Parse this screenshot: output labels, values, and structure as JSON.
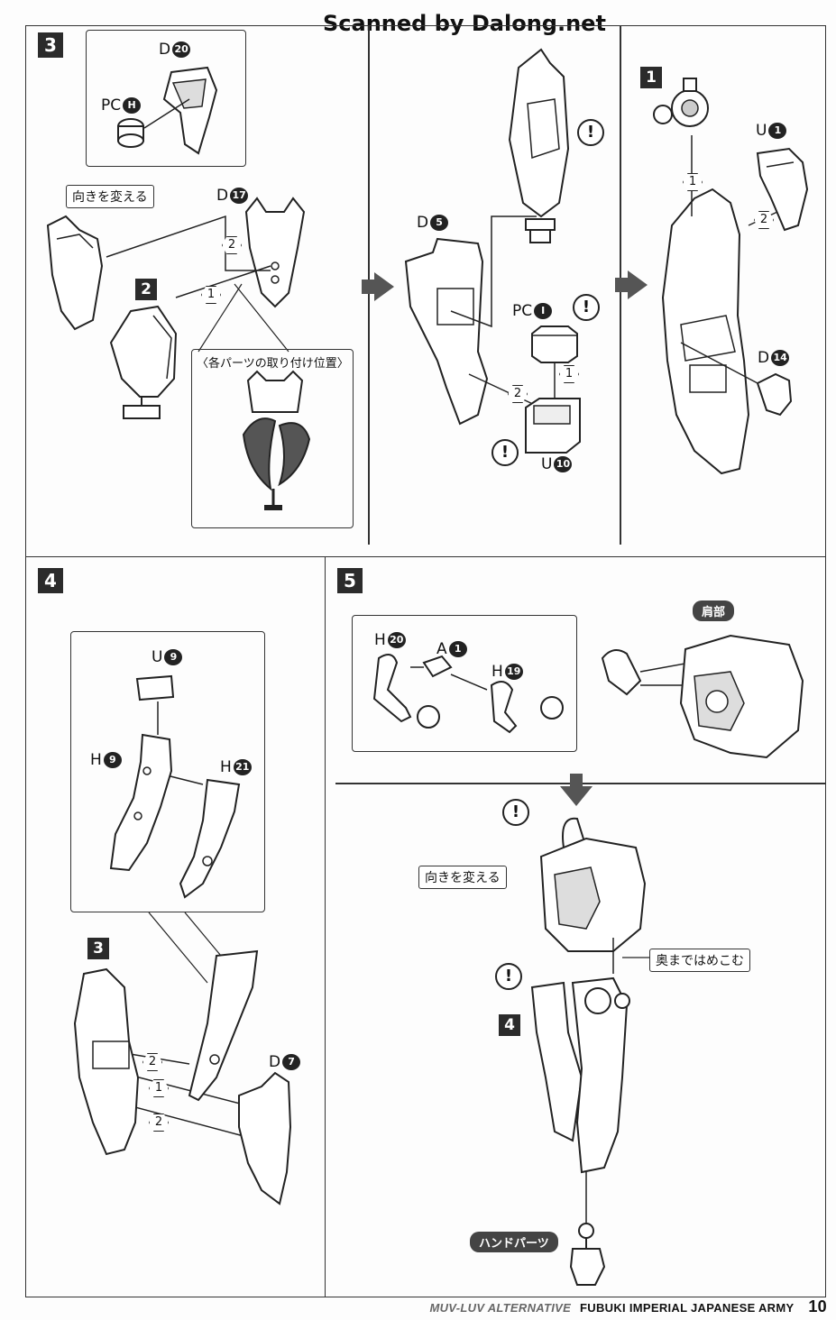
{
  "header": {
    "watermark": "Scanned by Dalong.net"
  },
  "step3": {
    "number": "3",
    "panel_a": {
      "labels": {
        "d20_letter": "D",
        "d20_num": "20",
        "pch_letter": "PC",
        "pch_num": "H",
        "d17_letter": "D",
        "d17_num": "17"
      },
      "note_turn": "向きを変える",
      "sub_number": "2",
      "callout": "〈各パーツの取り付け位置〉",
      "hex1": "1",
      "hex2": "2"
    },
    "panel_b": {
      "labels": {
        "d5_letter": "D",
        "d5_num": "5",
        "pci_letter": "PC",
        "pci_num": "I",
        "u10_letter": "U",
        "u10_num": "10"
      },
      "hex1": "1",
      "hex2": "2",
      "caution": "!"
    },
    "panel_c": {
      "sub_number": "1",
      "labels": {
        "u1_letter": "U",
        "u1_num": "1",
        "d14_letter": "D",
        "d14_num": "14"
      },
      "hex1": "1",
      "hex2": "2"
    }
  },
  "step4": {
    "number": "4",
    "labels": {
      "u9_letter": "U",
      "u9_num": "9",
      "h9_letter": "H",
      "h9_num": "9",
      "h21_letter": "H",
      "h21_num": "21",
      "d7_letter": "D",
      "d7_num": "7"
    },
    "sub_number": "3",
    "hex1": "1",
    "hex2a": "2",
    "hex2b": "2"
  },
  "step5": {
    "number": "5",
    "labels": {
      "h20_letter": "H",
      "h20_num": "20",
      "a1_letter": "A",
      "a1_num": "1",
      "h19_letter": "H",
      "h19_num": "19"
    },
    "shoulder": "肩部",
    "note_turn": "向きを変える",
    "note_push": "奥まではめこむ",
    "sub_number": "4",
    "hand_parts": "ハンドパーツ",
    "caution": "!"
  },
  "footer": {
    "series": "MUV-LUV ALTERNATIVE",
    "title": "FUBUKI IMPERIAL JAPANESE ARMY",
    "page": "10"
  },
  "colors": {
    "ink": "#222222",
    "arrow_gray": "#555555",
    "paper": "#fdfdfd"
  }
}
